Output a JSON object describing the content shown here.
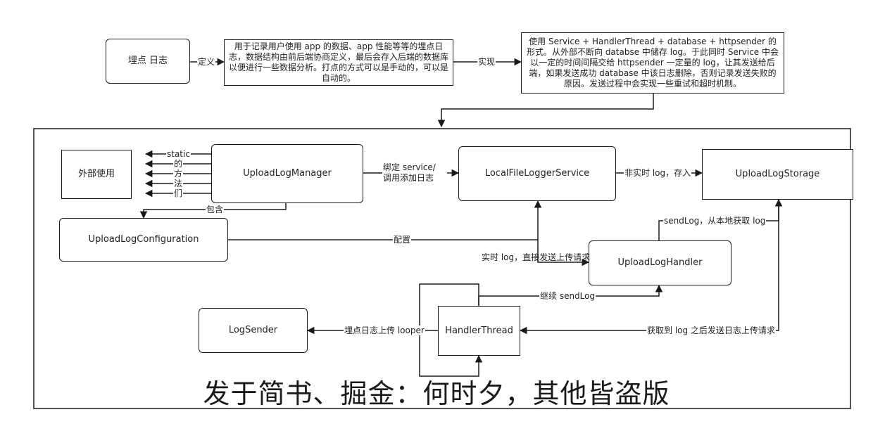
{
  "nodes": {
    "maidian_log": "埋点 日志",
    "definition": "用于记录用户使用 app 的数据、app 性能等等的埋点日志，数据结构由前后端协商定义，最后会存入后端的数据库以便进行一些数据分析。打点的方式可以是手动的，可以是自动的。",
    "implementation": "使用 Service + HandlerThread + database + httpsender 的形式。从外部不断向 databse 中储存 log。于此同时 Service 中会以一定的时间间隔交给 httpsender 一定量的 log，让其发送给后端，如果发送成功 database 中该日志删除，否则记录发送失败的原因。发送过程中会实现一些重试和超时机制。",
    "external_use": "外部使用",
    "upload_log_manager": "UploadLogManager",
    "local_file_logger_service": "LocalFileLoggerService",
    "upload_log_storage": "UploadLogStorage",
    "upload_log_configuration": "UploadLogConfiguration",
    "upload_log_handler": "UploadLogHandler",
    "log_sender": "LogSender",
    "handler_thread": "HandlerThread"
  },
  "edges": {
    "define": "定义",
    "implement": "实现",
    "static_methods": [
      "static",
      "的",
      "方",
      "法",
      "们"
    ],
    "contains": "包含",
    "bind_service": "绑定 service/\n调用添加日志",
    "non_realtime": "非实时 log，存入",
    "send_log_local": "sendLog，从本地获取 log",
    "config": "配置",
    "realtime": "实时 log，直接发送上传请求",
    "continue_send": "继续 sendLog",
    "upload_looper": "埋点日志上传 looper",
    "fetch_then_send": "获取到 log 之后发送日志上传请求"
  },
  "watermark": "发于简书、掘金：何时夕，其他皆盗版",
  "colors": {
    "stroke": "#1a1a1a",
    "background": "#ffffff"
  }
}
